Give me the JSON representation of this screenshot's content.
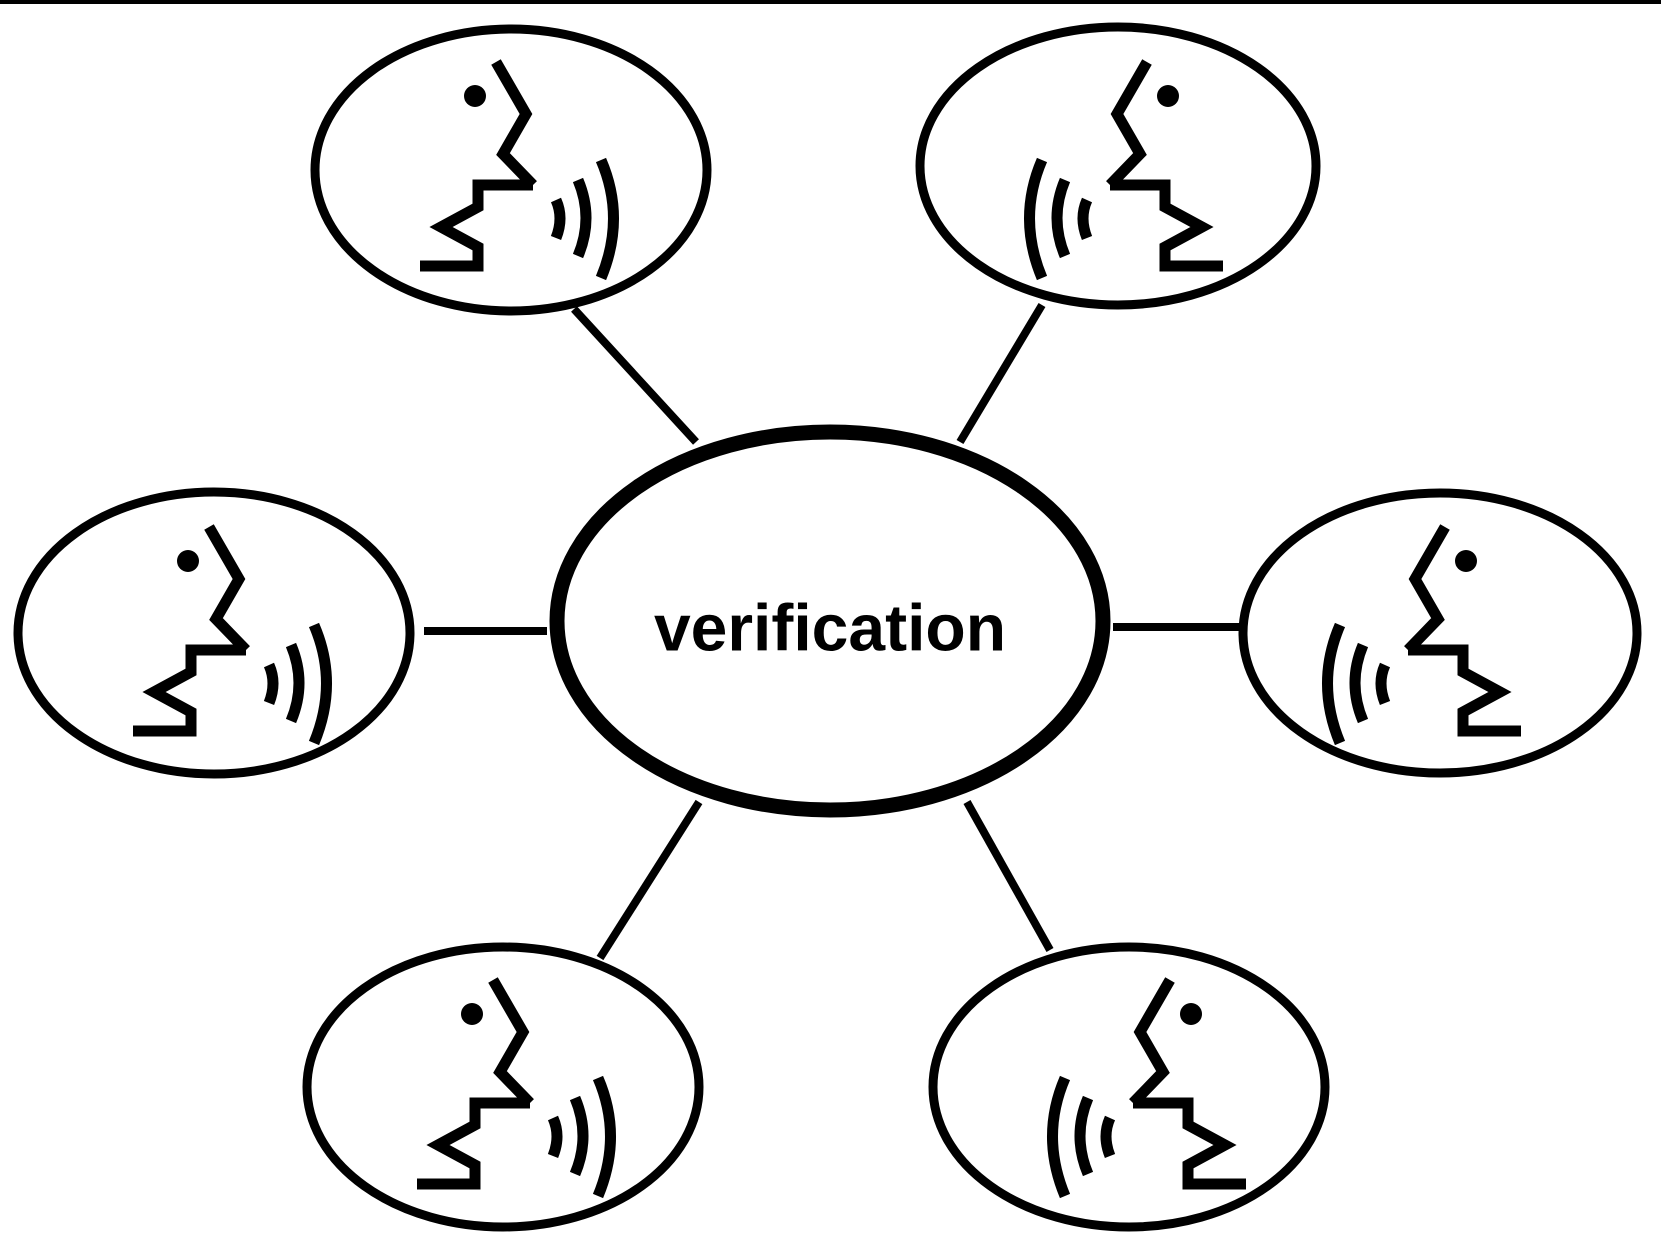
{
  "diagram": {
    "center": {
      "label": "verification"
    },
    "nodes": [
      {
        "id": "top-left",
        "icon": "speaking-head-icon",
        "facing": "right"
      },
      {
        "id": "top-right",
        "icon": "speaking-head-icon",
        "facing": "left"
      },
      {
        "id": "middle-left",
        "icon": "speaking-head-icon",
        "facing": "right"
      },
      {
        "id": "middle-right",
        "icon": "speaking-head-icon",
        "facing": "left"
      },
      {
        "id": "bottom-left",
        "icon": "speaking-head-icon",
        "facing": "right"
      },
      {
        "id": "bottom-right",
        "icon": "speaking-head-icon",
        "facing": "left"
      }
    ],
    "colors": {
      "stroke": "#000000",
      "background": "#ffffff"
    }
  }
}
